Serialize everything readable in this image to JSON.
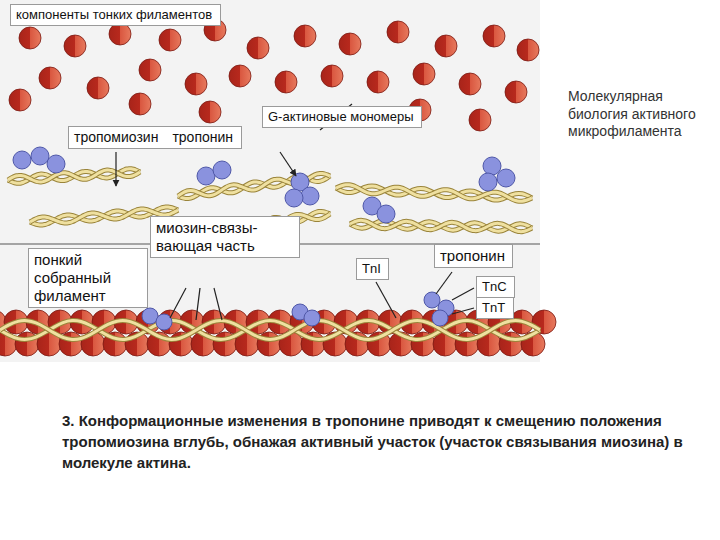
{
  "diagram": {
    "title": "Молекулярная биология активного микрофиламента",
    "caption": "3. Конформационные изменения в тропонине приводят к смещению положения тропомиозина вглубь, обнажая активный участок (участок связывания миозина) в молекуле актина.",
    "nodes": [
      {
        "text": [
          "компоненты тонких филаментов"
        ]
      },
      {
        "text": [
          "G-актиновые мономеры"
        ]
      },
      {
        "text": [
          "тропомиозин",
          "тропонин"
        ]
      },
      {
        "text": [
          "миозин-связы- вающая часть"
        ]
      },
      {
        "text": [
          "понкий собранный филамент"
        ]
      },
      {
        "text": [
          "TnI"
        ]
      },
      {
        "text": [
          "тропонин"
        ]
      },
      {
        "text": [
          "TnC"
        ]
      },
      {
        "text": [
          "TnT"
        ]
      }
    ]
  }
}
